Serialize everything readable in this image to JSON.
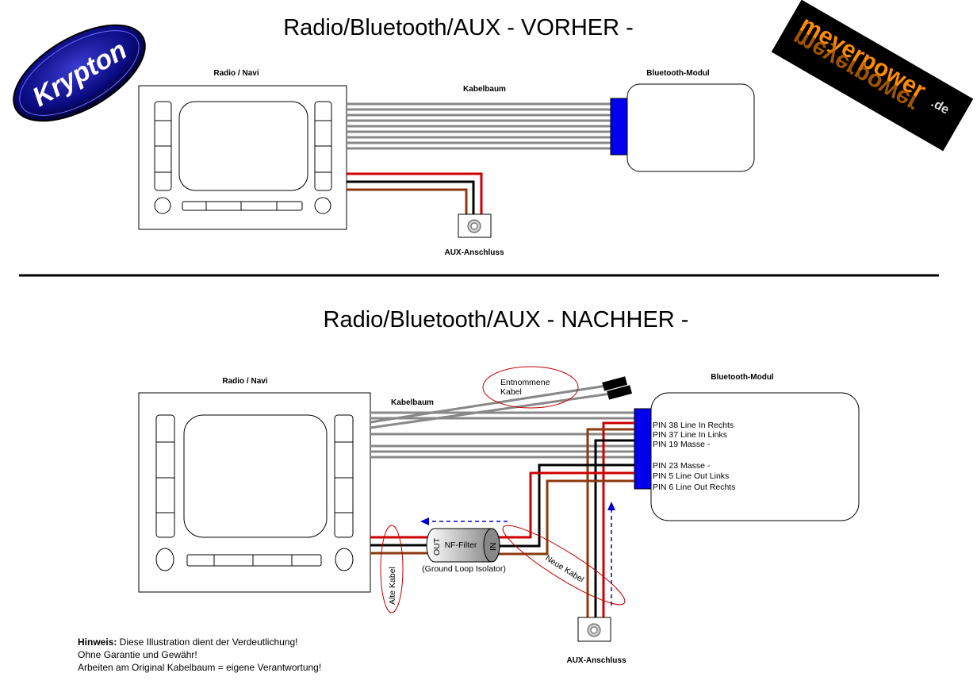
{
  "titles": {
    "before": "Radio/Bluetooth/AUX  - VORHER -",
    "after": "Radio/Bluetooth/AUX  - NACHHER -"
  },
  "logos": {
    "left": "Krypton",
    "right": "meyerpower",
    "right_suffix": ".de"
  },
  "before": {
    "radio_label": "Radio / Navi",
    "harness_label": "Kabelbaum",
    "bt_label": "Bluetooth-Modul",
    "aux_label": "AUX-Anschluss"
  },
  "after": {
    "radio_label": "Radio / Navi",
    "harness_label": "Kabelbaum",
    "bt_label": "Bluetooth-Modul",
    "aux_label": "AUX-Anschluss",
    "removed_cables_line1": "Entnommene",
    "removed_cables_line2": "Kabel",
    "filter_label": "NF-Filter",
    "filter_out": "OUT",
    "filter_in": "IN",
    "filter_subtitle": "(Ground Loop Isolator)",
    "old_cables": "Alte Kabel",
    "new_cables": "Neue Kabel",
    "pins": [
      "PIN 38 Line In Rechts",
      "PIN 37 Line In  Links",
      "PIN 19 Masse -",
      "PIN 23 Masse -",
      "PIN 5 Line Out  Links",
      "PIN 6 Line Out  Rechts"
    ]
  },
  "note": {
    "heading": "Hinweis:",
    "line1": " Diese Illustration dient der Verdeutlichung!",
    "line2": "Ohne Garantie und Gewähr!",
    "line3": "Arbeiten am Original Kabelbaum = eigene Verantwortung!"
  },
  "colors": {
    "wire_red": "#cc0000",
    "wire_black": "#000000",
    "wire_brown": "#8b3a0f",
    "harness_gray": "#888888",
    "connector_blue": "#0000ee",
    "annotation_red": "#c00000",
    "krypton_blue": "#0a0a7a",
    "meyerpower_orange": "#ff8c00"
  }
}
